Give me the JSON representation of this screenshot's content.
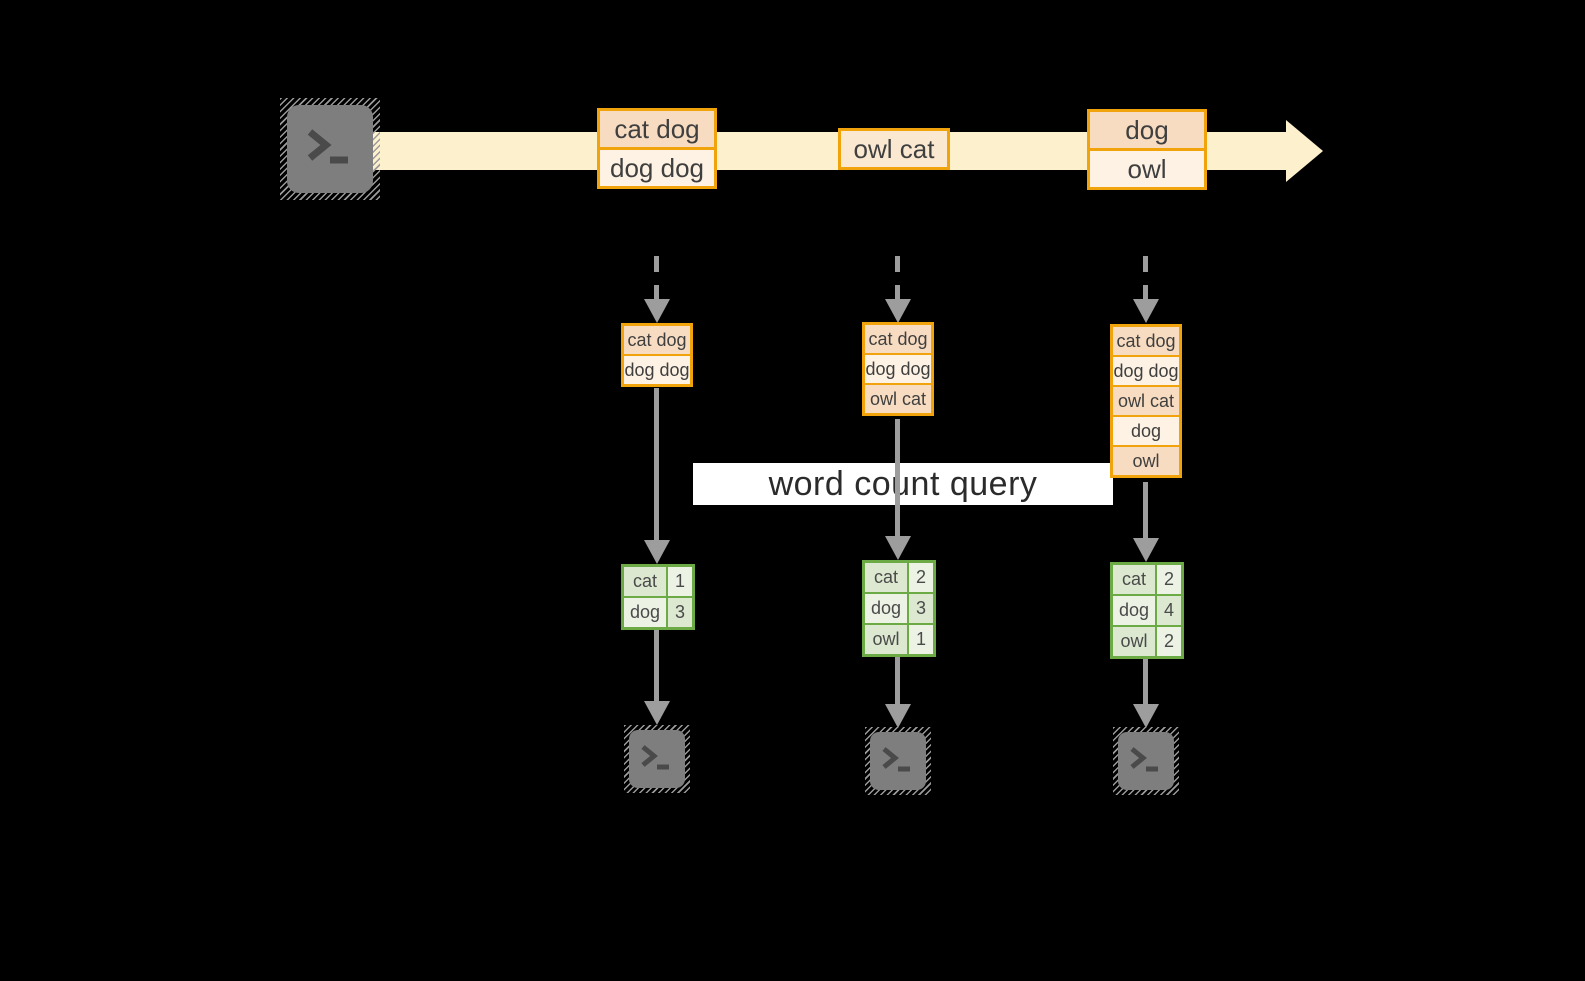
{
  "banner": {
    "label": "word count query",
    "bg": "#ffffff",
    "text_color": "#2b2b2b"
  },
  "source": {
    "icon": "terminal-icon"
  },
  "sinks": [
    {
      "icon": "terminal-icon"
    },
    {
      "icon": "terminal-icon"
    },
    {
      "icon": "terminal-icon"
    }
  ],
  "stream": {
    "band_color": "#fcf0cd",
    "groups": [
      {
        "messages": [
          "cat dog",
          "dog dog"
        ]
      },
      {
        "messages": [
          "owl cat"
        ]
      },
      {
        "messages": [
          "dog",
          "owl"
        ]
      }
    ]
  },
  "columns": [
    {
      "buffer": [
        "cat dog",
        "dog dog"
      ],
      "counts": [
        {
          "word": "cat",
          "count": "1"
        },
        {
          "word": "dog",
          "count": "3"
        }
      ]
    },
    {
      "buffer": [
        "cat dog",
        "dog dog",
        "owl cat"
      ],
      "counts": [
        {
          "word": "cat",
          "count": "2"
        },
        {
          "word": "dog",
          "count": "3"
        },
        {
          "word": "owl",
          "count": "1"
        }
      ]
    },
    {
      "buffer": [
        "cat dog",
        "dog dog",
        "owl cat",
        "dog",
        "owl"
      ],
      "counts": [
        {
          "word": "cat",
          "count": "2"
        },
        {
          "word": "dog",
          "count": "4"
        },
        {
          "word": "owl",
          "count": "2"
        }
      ]
    }
  ],
  "colors": {
    "background": "#000000",
    "box_border": "#f0a30a",
    "box_fill_dark": "#f8dcc1",
    "box_fill_light": "#fdf2e3",
    "box_fill_mid": "#fbe8d1",
    "table_border": "#6caa45",
    "table_cell_dark": "#dce8d0",
    "table_cell_light": "#ecf2e4",
    "arrow_gray": "#9d9d9d",
    "terminal_gray": "#7e7e7e"
  }
}
